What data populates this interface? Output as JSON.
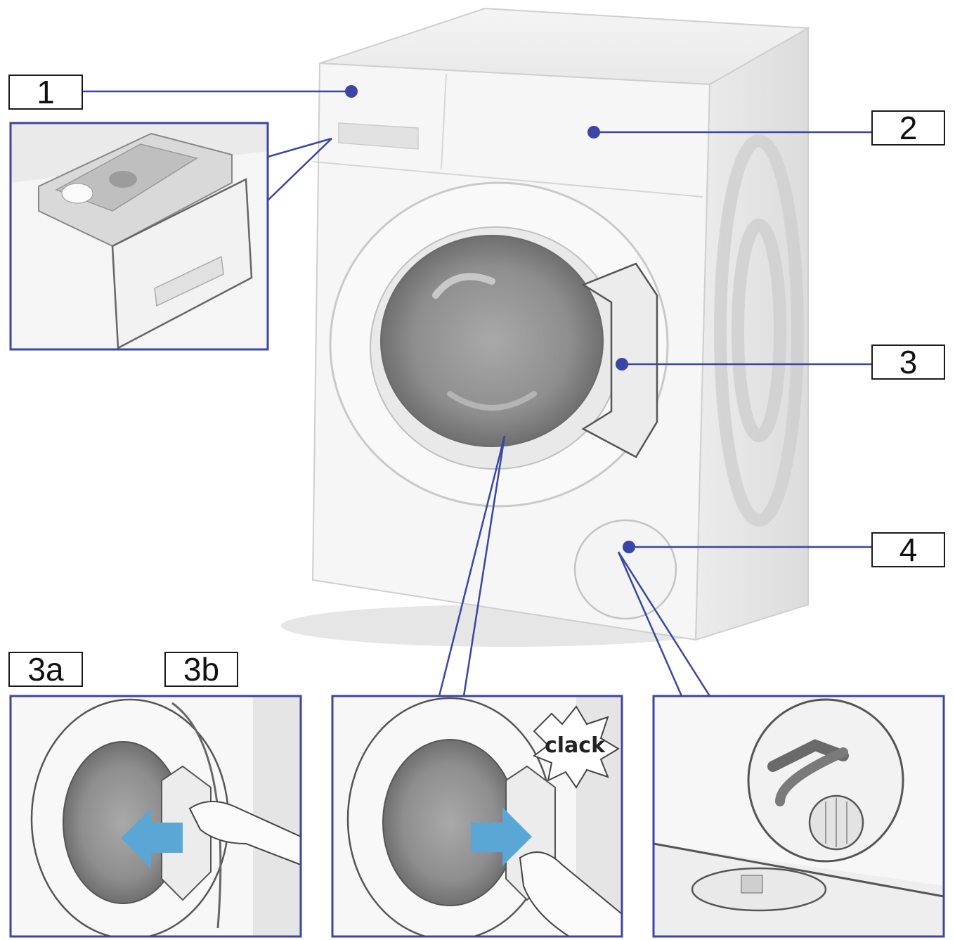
{
  "labels": {
    "l1": "1",
    "l2": "2",
    "l3": "3",
    "l4": "4",
    "l3a": "3a",
    "l3b": "3b"
  },
  "callout_text": {
    "clack": "clack"
  },
  "colors": {
    "leader": "#3b45a3",
    "frame": "#3b45a3",
    "arrow": "#5aa7d6",
    "machine": "#f3f3f3",
    "machine_shade": "#e2e2e2",
    "drum": "#8a8a8a"
  },
  "icons": [
    "detergent-drawer-icon",
    "control-panel-icon",
    "door-handle-icon",
    "service-flap-icon",
    "hand-icon",
    "arrow-left-icon",
    "arrow-right-icon",
    "drain-pump-icon"
  ]
}
